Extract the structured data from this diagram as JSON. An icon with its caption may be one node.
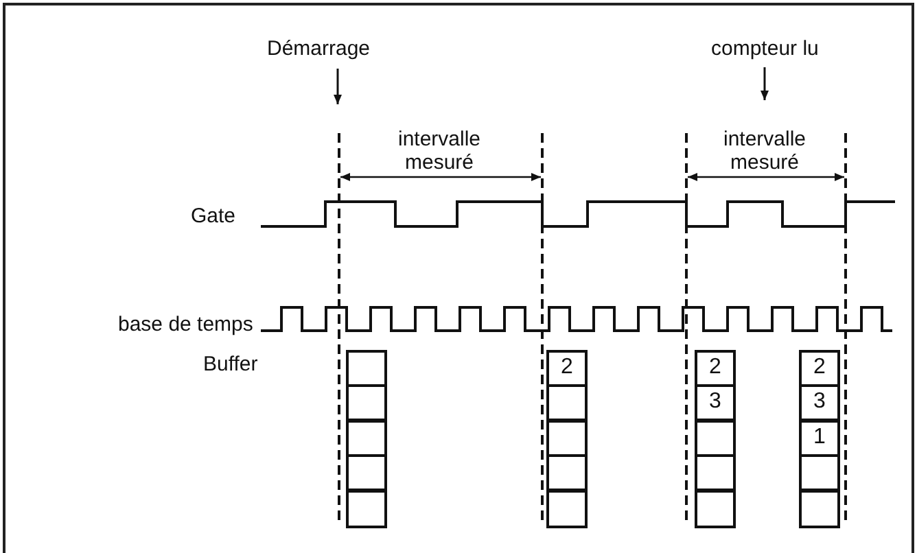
{
  "diagram": {
    "labels": [
      "Démarrage",
      "compteur lu",
      "intervalle mesuré",
      "intervalle mesuré",
      "Gate",
      "base de temps",
      "Buffer",
      "2",
      "2",
      "3",
      "2",
      "3",
      "1"
    ]
  }
}
